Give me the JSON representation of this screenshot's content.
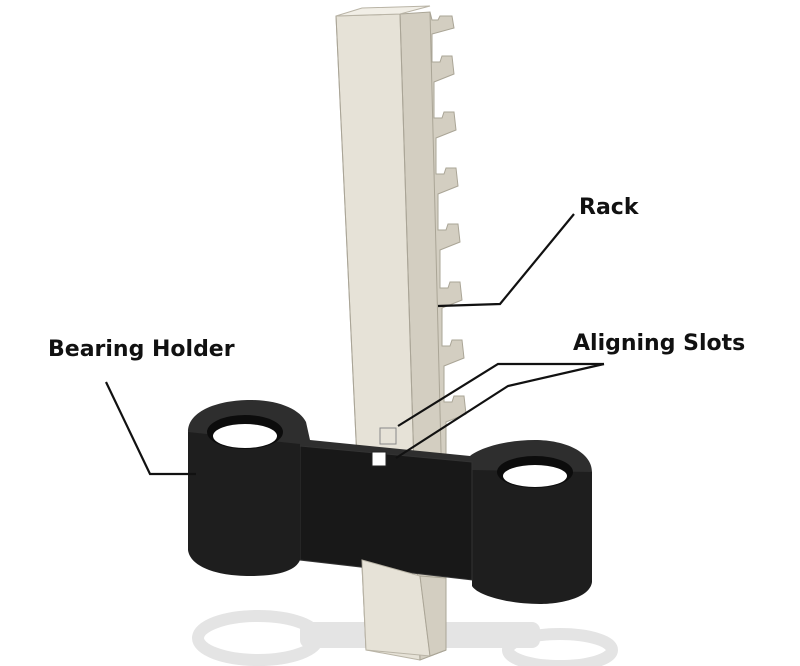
{
  "labels": {
    "rack": "Rack",
    "aligning_slots": "Aligning Slots",
    "bearing_holder": "Bearing Holder"
  },
  "colors": {
    "background": "#ffffff",
    "rack_front": "#e6e2d7",
    "rack_side": "#d3cec1",
    "rack_top": "#f1eee6",
    "holder_front": "#1e1e1e",
    "holder_top": "#2e2e2e",
    "holder_dark": "#0c0c0c",
    "shadow": "#e4e4e4",
    "leader_line": "#111111"
  },
  "icons": [
    "rack-part",
    "bearing-holder-part",
    "aligning-slot",
    "floor-shadow"
  ]
}
